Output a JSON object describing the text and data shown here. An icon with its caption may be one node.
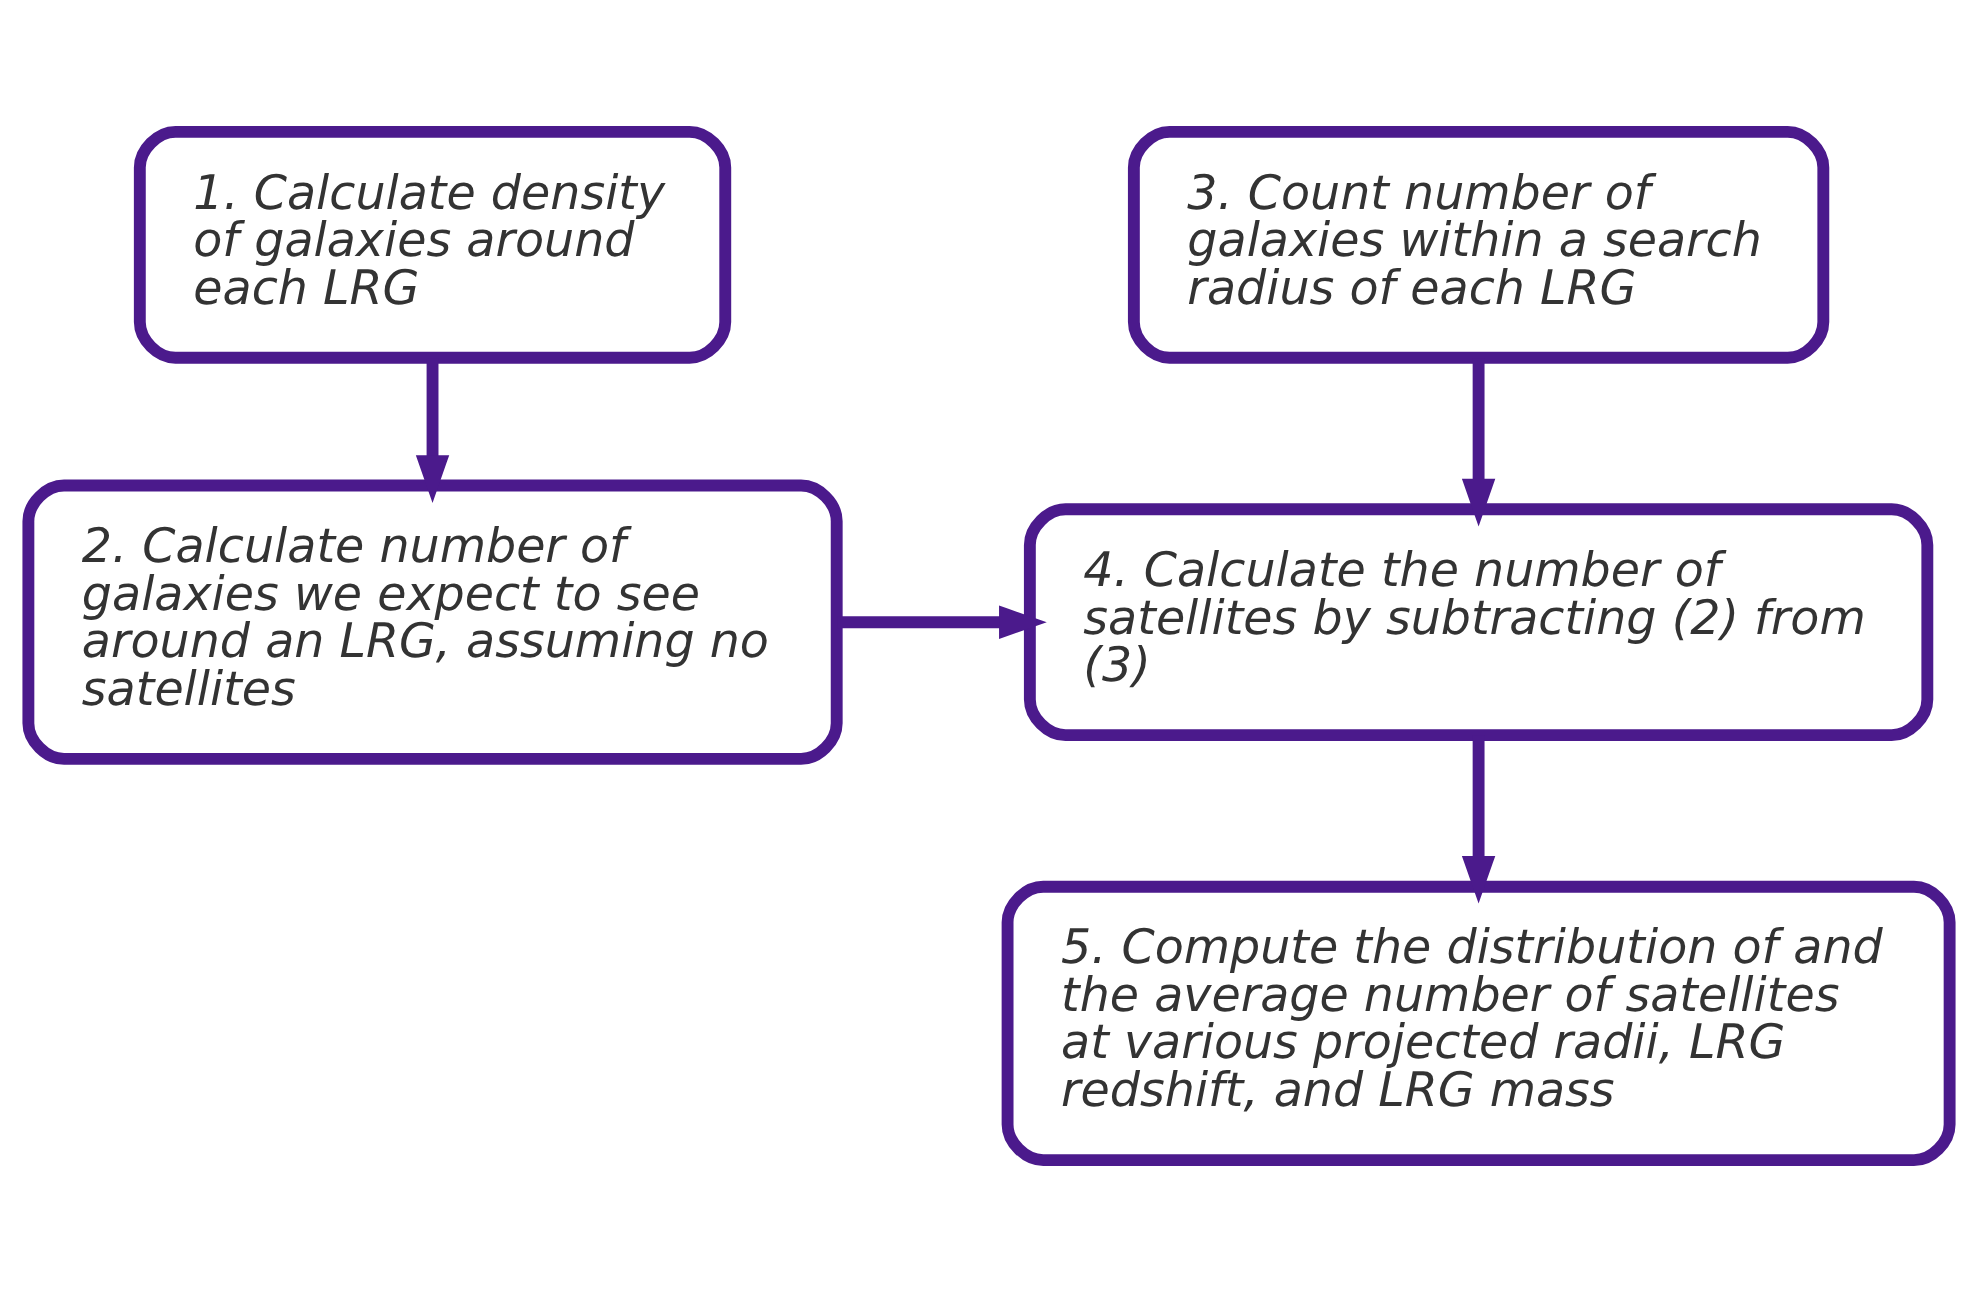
{
  "diagram": {
    "nodes": [
      {
        "text": [
          "1. Calculate density of galaxies around each LRG"
        ]
      },
      {
        "text": [
          "2. Calculate number of galaxies we expect to see around an LRG, assuming no satellites"
        ]
      },
      {
        "text": [
          "3. Count number of galaxies within a search radius of each LRG"
        ]
      },
      {
        "text": [
          "4. Calculate the number of satellites by subtracting (2) from (3)"
        ]
      },
      {
        "text": [
          "5. Compute the distribution of and the average number of satellites at various projected radii, LRG redshift, and LRG mass"
        ]
      }
    ],
    "edges": [
      {
        "from": 0,
        "to": 1,
        "arrow": "to"
      },
      {
        "from": 2,
        "to": 3,
        "arrow": "to"
      },
      {
        "from": 1,
        "to": 3,
        "arrow": "to"
      },
      {
        "from": 3,
        "to": 4,
        "arrow": "to"
      }
    ]
  }
}
